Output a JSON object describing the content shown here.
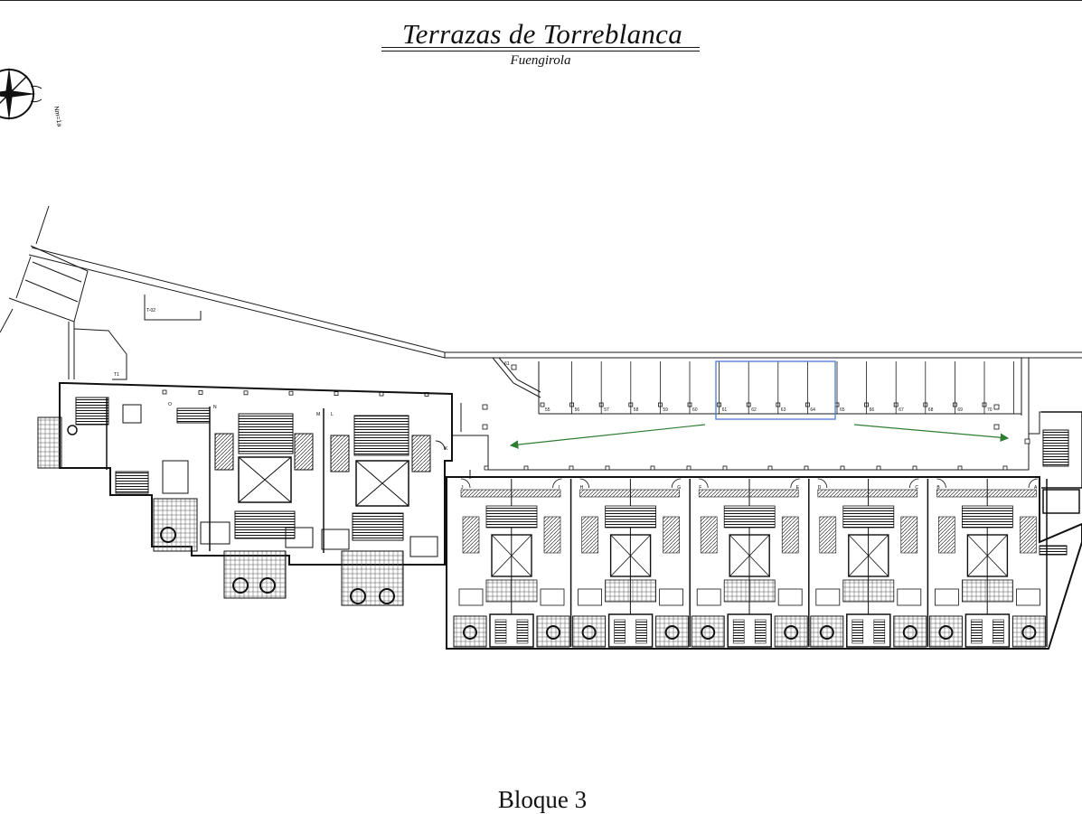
{
  "header": {
    "title": "Terrazas de Torreblanca",
    "subtitle": "Fuengirola"
  },
  "footer": {
    "caption": "Bloque 3"
  },
  "compass": {
    "label": "Nm=1a",
    "icon": "compass-rose-icon"
  },
  "labels": {
    "storage_t02": "T-02",
    "storage_t01": "T1",
    "storage_61": "61"
  },
  "parking": {
    "spaces": [
      "55",
      "56",
      "57",
      "58",
      "59",
      "60",
      "61",
      "62",
      "63",
      "64",
      "65",
      "66",
      "67",
      "68",
      "69",
      "70"
    ]
  },
  "units": {
    "upper_row": [
      "J",
      "I",
      "H",
      "G",
      "F",
      "E",
      "D",
      "C",
      "B",
      "A"
    ],
    "left_wing": [
      "O",
      "N",
      "M",
      "L",
      "K"
    ]
  },
  "colors": {
    "line": "#1a1a1a",
    "highlight": "#4a7bd0",
    "arrow": "#2e7d32"
  }
}
